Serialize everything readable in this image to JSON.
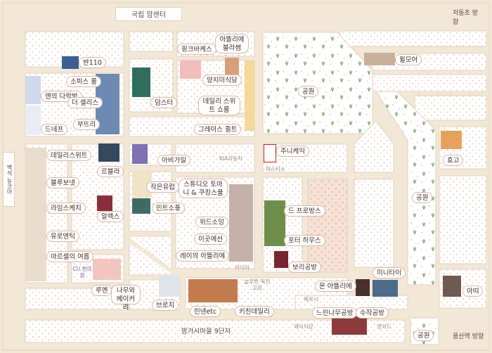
{
  "title": "국립 암센터",
  "edges": {
    "top_right": "저동초 방향",
    "bottom_right": "풍산역 방향",
    "bottom_center": "밤가시마을 9단지",
    "left_vertical": "백석 뉴코아"
  },
  "parks": [
    "공원",
    "공원",
    "공원"
  ],
  "places": [
    {
      "id": "ban110",
      "name": "반110"
    },
    {
      "id": "pinkbakers",
      "name": "핑크바케스"
    },
    {
      "id": "atelier_blaum",
      "name": "아뜰리에 블라썸"
    },
    {
      "id": "wilmore",
      "name": "윌모어"
    },
    {
      "id": "sophis_room",
      "name": "소피스 룸"
    },
    {
      "id": "yangji",
      "name": "양지미식당"
    },
    {
      "id": "ann_darabang",
      "name": "앤의 다락방"
    },
    {
      "id": "the_cellis",
      "name": "더 셀리스"
    },
    {
      "id": "deomster",
      "name": "덤스터"
    },
    {
      "id": "daily_sweet",
      "name": "데일리 스위트 쇼룸"
    },
    {
      "id": "dene",
      "name": "드네프"
    },
    {
      "id": "butteri",
      "name": "부뜨리"
    },
    {
      "id": "grace_quilt",
      "name": "그레이스 퀼트"
    },
    {
      "id": "daily_sweet2",
      "name": "데일리스위트"
    },
    {
      "id": "rebella",
      "name": "르블라"
    },
    {
      "id": "abigail",
      "name": "아비가일"
    },
    {
      "id": "junnycake",
      "name": "주니케익"
    },
    {
      "id": "hyogo",
      "name": "효고"
    },
    {
      "id": "blue_bonnet",
      "name": "블루보넷"
    },
    {
      "id": "small_europe",
      "name": "작은유럽"
    },
    {
      "id": "studio_tomani",
      "name": "스튜디오 토마니 & 쿠킹스쿨"
    },
    {
      "id": "lime_sketch",
      "name": "라임스케치"
    },
    {
      "id": "alex",
      "name": "알렉스"
    },
    {
      "id": "mint_sopung",
      "name": "민트소풍"
    },
    {
      "id": "de_provance",
      "name": "드 프로방스"
    },
    {
      "id": "wood_sowing",
      "name": "위드소잉"
    },
    {
      "id": "eurolentic",
      "name": "유로엔틱"
    },
    {
      "id": "igos_eson",
      "name": "이곳에선"
    },
    {
      "id": "potter_house",
      "name": "포터 하우스"
    },
    {
      "id": "marseille",
      "name": "마르셀의 여름"
    },
    {
      "id": "rayi_atelier",
      "name": "레이의 아뜰리에"
    },
    {
      "id": "bori",
      "name": "보리공방"
    },
    {
      "id": "minitaii",
      "name": "미니타이"
    },
    {
      "id": "mon_atelier",
      "name": "몬 아뜰리에"
    },
    {
      "id": "rumen",
      "name": "루멘"
    },
    {
      "id": "namu_bakery",
      "name": "나무와 베이커리"
    },
    {
      "id": "atti",
      "name": "아띠"
    },
    {
      "id": "brochi",
      "name": "브로치"
    },
    {
      "id": "linen_etc",
      "name": "린넨etc"
    },
    {
      "id": "kitchen_daily",
      "name": "키친데일리"
    },
    {
      "id": "slow_craft",
      "name": "느린나무공방"
    },
    {
      "id": "sujak",
      "name": "수작공방"
    }
  ],
  "small_labels": {
    "kia": "KIA자동차",
    "pistis": "피스티스",
    "midari": "미다리",
    "neulpureun": "늘푸른 목천 교회",
    "mersi": "메르시",
    "jaeisikdang": "재이식당",
    "angkard": "앵커드",
    "cu": "CU 편의점"
  }
}
